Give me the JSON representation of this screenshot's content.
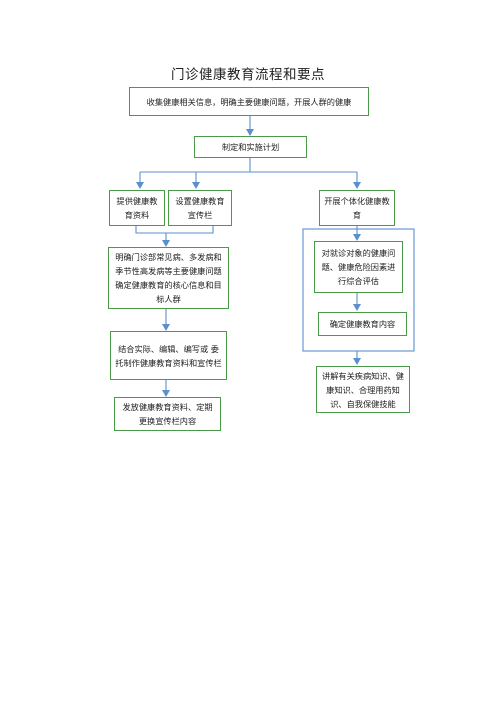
{
  "title": "门诊健康教育流程和要点",
  "nodes": {
    "collect": "收集健康相关信息，明确主要健康问题，开展人群的健康",
    "plan": "制定和实施计划",
    "provide_materials": "提供健康教育资料",
    "set_board": "设置健康教育宣传栏",
    "clarify": "明确门诊部常见病、多发病和季节性高发病等主要健康问题确定健康教育的核心信息和目标人群",
    "produce": "结合实际、编辑、编写或 委托制作健康教育资料和宣传栏",
    "distribute": "发放健康教育资料、定期更换宣传栏内容",
    "individual": "开展个体化健康教育",
    "assess": "对就诊对象的健康问题、健康危险因素进行综合评估",
    "determine": "确定健康教育内容",
    "lecture": "讲解有关疾病知识、健康知识、合理用药知识、自我保健技能"
  },
  "colors": {
    "box_border": "#4a9a4a",
    "connector": "#5b8fd0"
  }
}
